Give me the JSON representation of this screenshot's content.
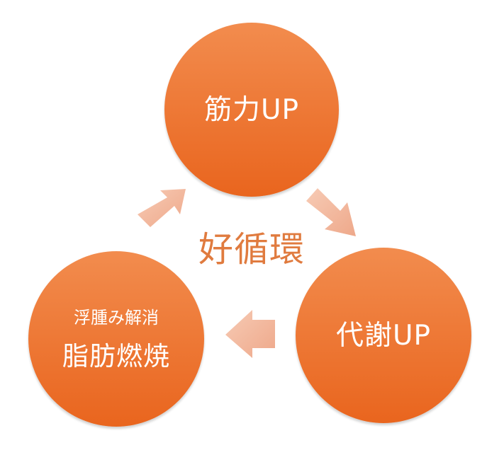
{
  "diagram": {
    "center_title": "好循環",
    "nodes": [
      {
        "id": "top",
        "label": "筋力UP"
      },
      {
        "id": "right",
        "label": "代謝UP"
      },
      {
        "id": "left",
        "sub_label": "浮腫み解消",
        "label": "脂肪燃焼"
      }
    ],
    "cycle_direction": "clockwise"
  },
  "colors": {
    "circle_light": "#f28c4e",
    "circle_dark": "#e9651e",
    "circle_text": "#ffffff",
    "arrow_light": "#f7cbb5",
    "arrow_dark": "#eea88a",
    "center_title": "#e07b3f"
  }
}
